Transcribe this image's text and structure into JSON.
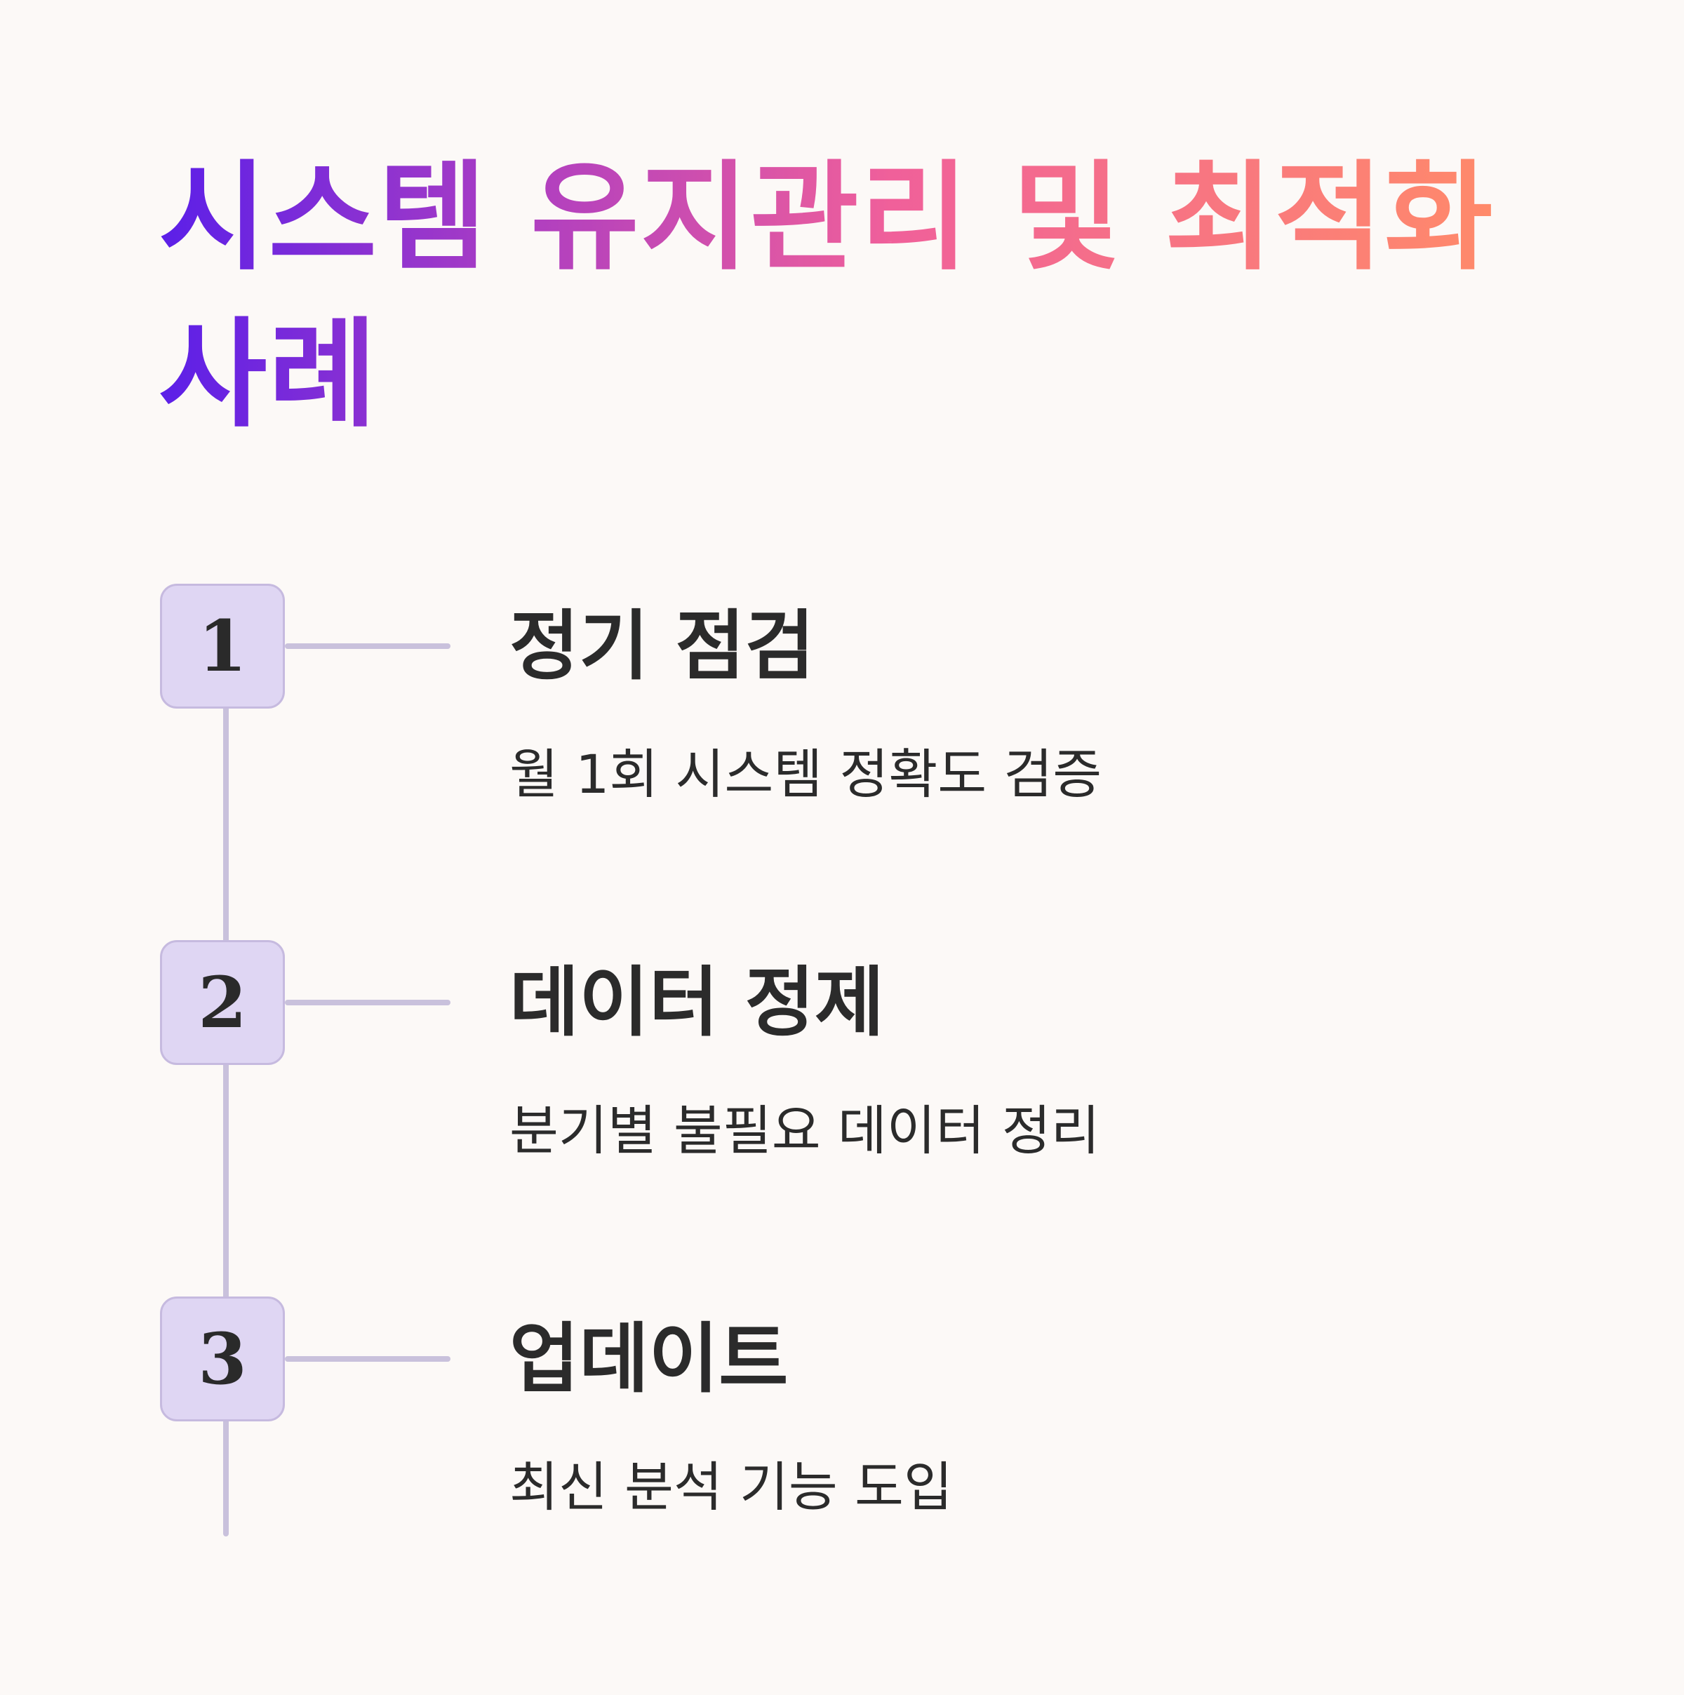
{
  "title": "시스템 유지관리 및 최적화 사례",
  "steps": [
    {
      "number": "1",
      "title": "정기 점검",
      "description": "월 1회 시스템 정확도 검증"
    },
    {
      "number": "2",
      "title": "데이터 정제",
      "description": "분기별 불필요 데이터 정리"
    },
    {
      "number": "3",
      "title": "업데이트",
      "description": "최신 분석 기능 도입"
    }
  ],
  "colors": {
    "background": "#fcf9f7",
    "title_gradient_start": "#5b1fe8",
    "title_gradient_end": "#ff8a6a",
    "badge_fill": "#dfd6f3",
    "line": "#c9c1dc",
    "text": "#2b2b2b"
  }
}
